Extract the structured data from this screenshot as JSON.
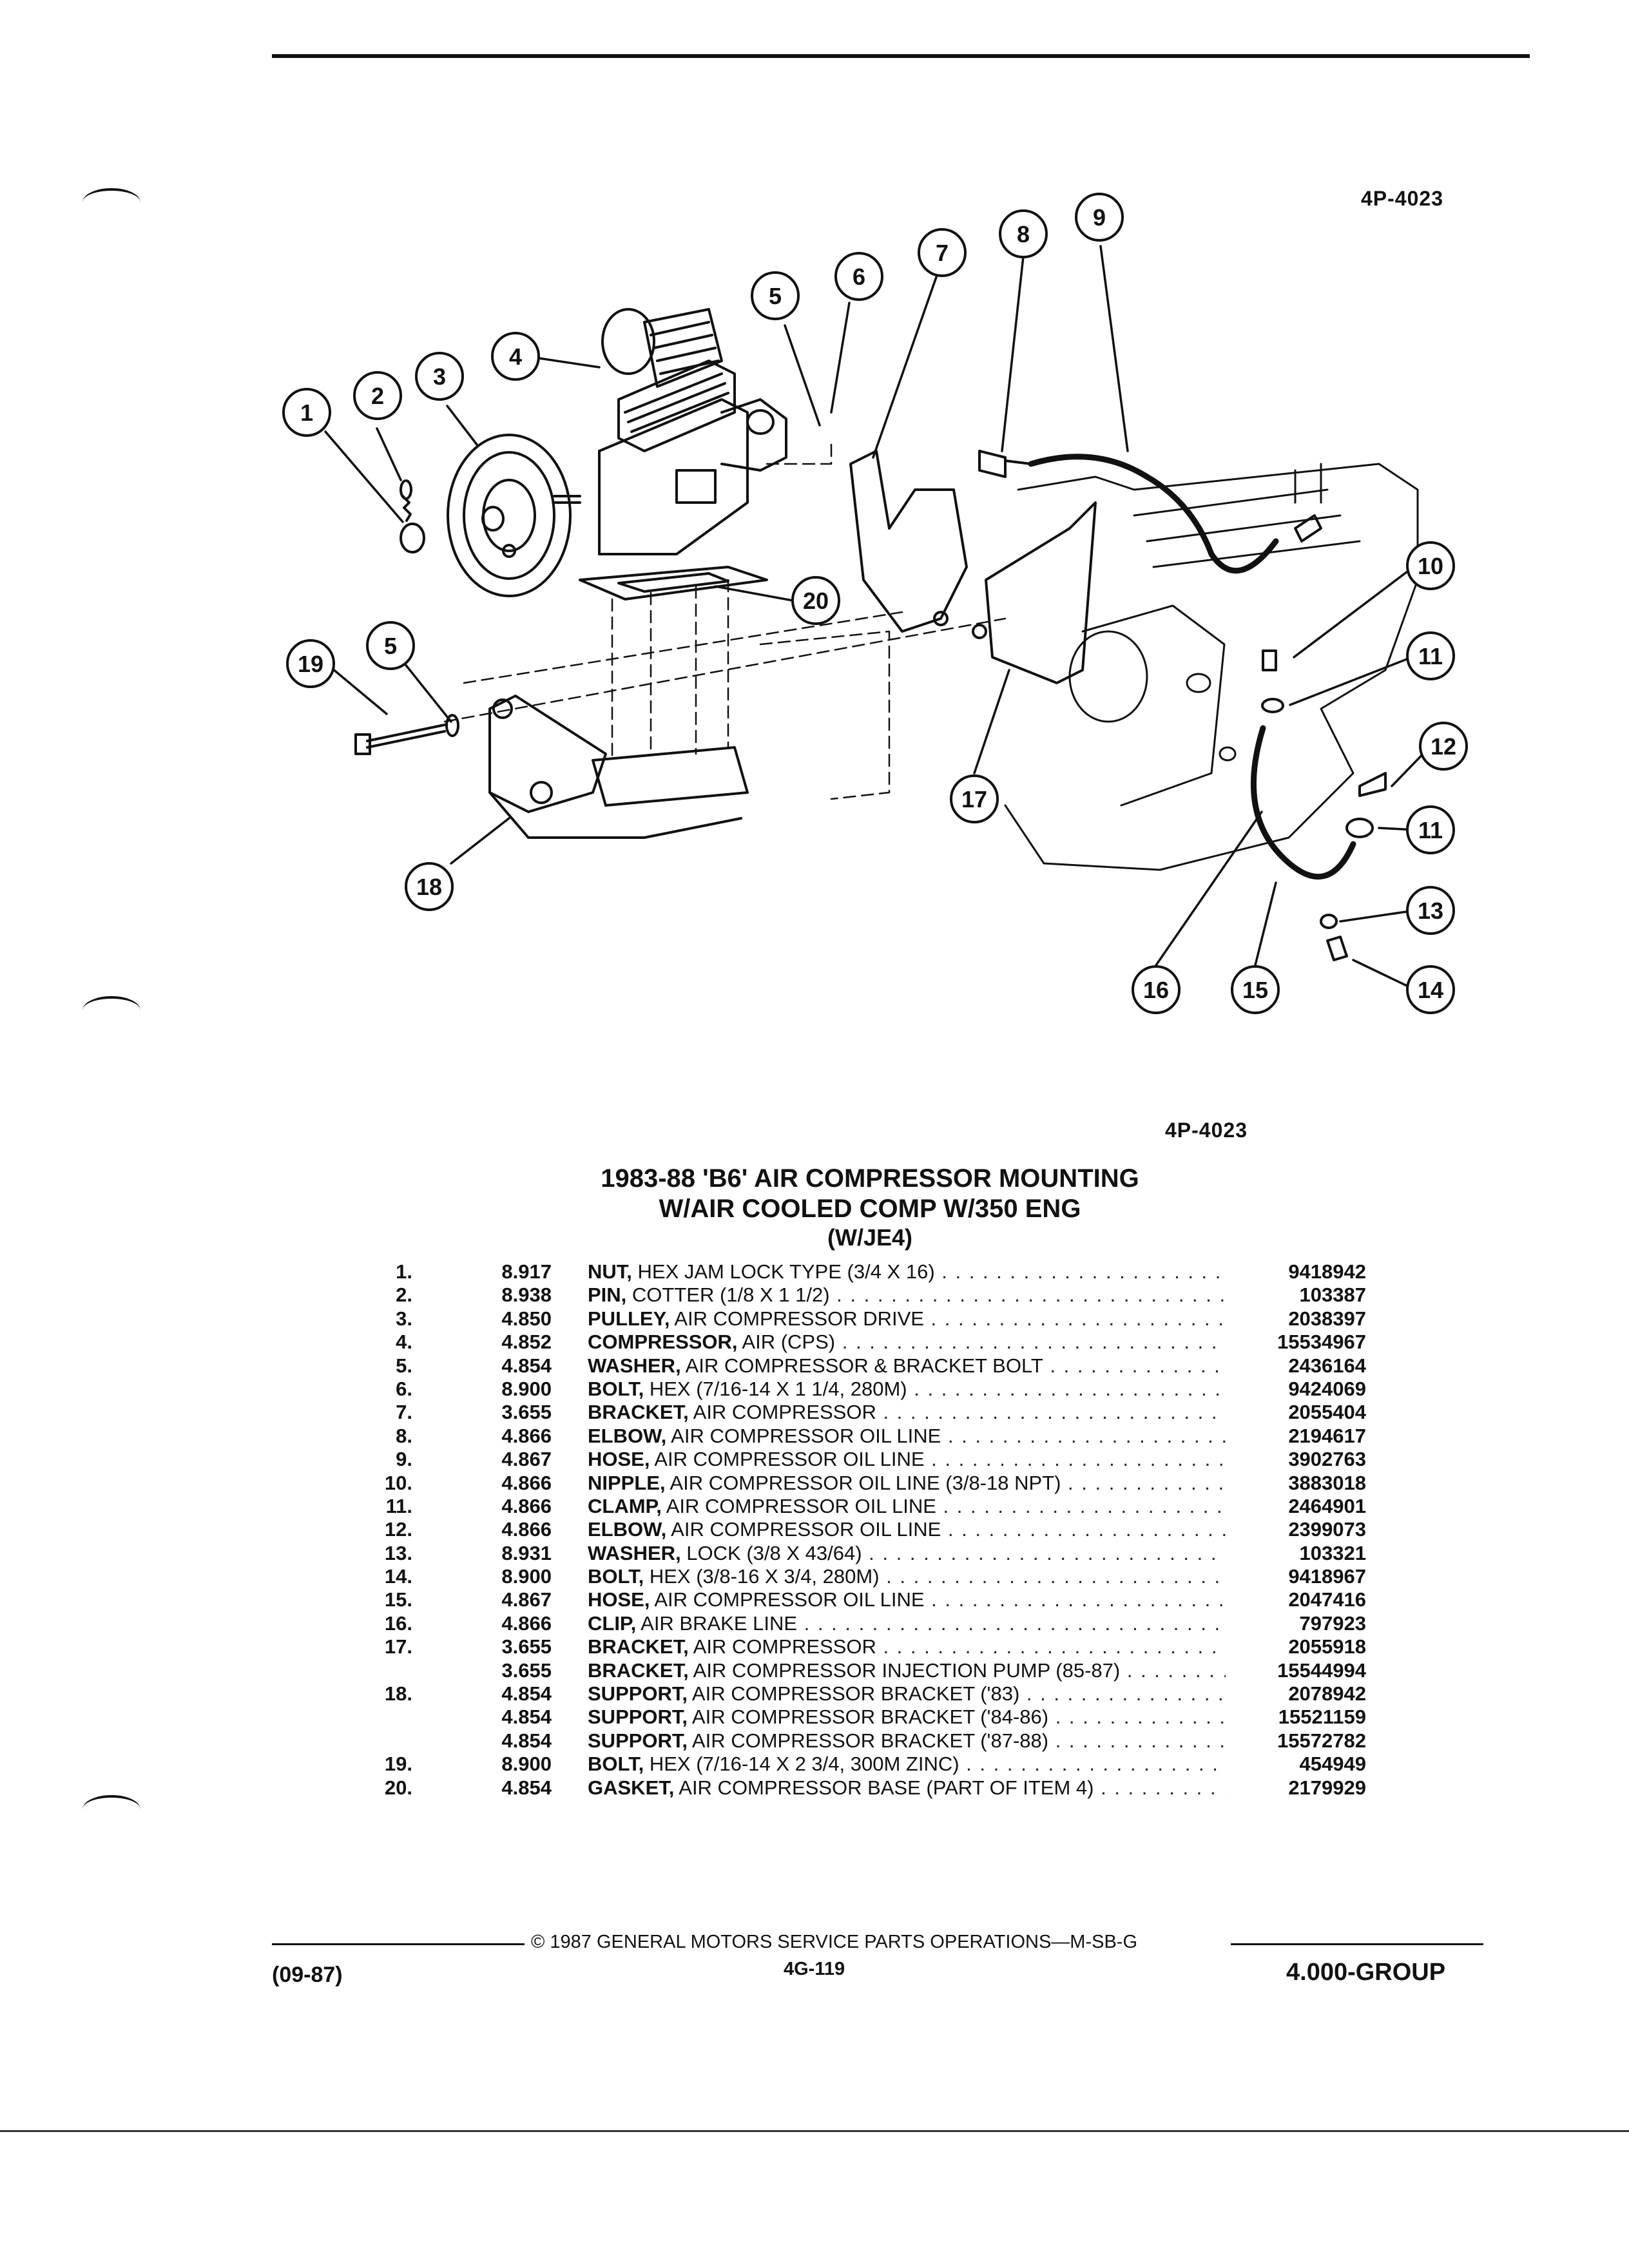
{
  "figure": {
    "ref_upper": "4P-4023",
    "ref_lower": "4P-4023",
    "callouts": [
      "1",
      "2",
      "3",
      "4",
      "5",
      "6",
      "7",
      "8",
      "9",
      "10",
      "11",
      "12",
      "11",
      "13",
      "14",
      "15",
      "16",
      "17",
      "18",
      "19",
      "5",
      "20"
    ]
  },
  "title": {
    "line1": "1983-88 'B6' AIR COMPRESSOR MOUNTING",
    "line2": "W/AIR COOLED COMP W/350 ENG",
    "line3": "(W/JE4)"
  },
  "parts": [
    {
      "num": "1.",
      "group": "8.917",
      "keyword": "NUT,",
      "rest": "HEX JAM LOCK TYPE (3/4 X 16)",
      "part": "9418942"
    },
    {
      "num": "2.",
      "group": "8.938",
      "keyword": "PIN,",
      "rest": "COTTER (1/8 X 1 1/2)",
      "part": "103387"
    },
    {
      "num": "3.",
      "group": "4.850",
      "keyword": "PULLEY,",
      "rest": "AIR COMPRESSOR DRIVE",
      "part": "2038397"
    },
    {
      "num": "4.",
      "group": "4.852",
      "keyword": "COMPRESSOR,",
      "rest": "AIR (CPS)",
      "part": "15534967"
    },
    {
      "num": "5.",
      "group": "4.854",
      "keyword": "WASHER,",
      "rest": "AIR COMPRESSOR & BRACKET BOLT",
      "part": "2436164"
    },
    {
      "num": "6.",
      "group": "8.900",
      "keyword": "BOLT,",
      "rest": "HEX (7/16-14 X 1 1/4, 280M)",
      "part": "9424069"
    },
    {
      "num": "7.",
      "group": "3.655",
      "keyword": "BRACKET,",
      "rest": "AIR COMPRESSOR",
      "part": "2055404"
    },
    {
      "num": "8.",
      "group": "4.866",
      "keyword": "ELBOW,",
      "rest": "AIR COMPRESSOR OIL LINE",
      "part": "2194617"
    },
    {
      "num": "9.",
      "group": "4.867",
      "keyword": "HOSE,",
      "rest": "AIR COMPRESSOR OIL LINE",
      "part": "3902763"
    },
    {
      "num": "10.",
      "group": "4.866",
      "keyword": "NIPPLE,",
      "rest": "AIR COMPRESSOR OIL LINE (3/8-18 NPT)",
      "part": "3883018"
    },
    {
      "num": "11.",
      "group": "4.866",
      "keyword": "CLAMP,",
      "rest": "AIR COMPRESSOR OIL LINE",
      "part": "2464901"
    },
    {
      "num": "12.",
      "group": "4.866",
      "keyword": "ELBOW,",
      "rest": "AIR COMPRESSOR OIL LINE",
      "part": "2399073"
    },
    {
      "num": "13.",
      "group": "8.931",
      "keyword": "WASHER,",
      "rest": "LOCK (3/8 X 43/64)",
      "part": "103321"
    },
    {
      "num": "14.",
      "group": "8.900",
      "keyword": "BOLT,",
      "rest": "HEX (3/8-16 X 3/4, 280M)",
      "part": "9418967"
    },
    {
      "num": "15.",
      "group": "4.867",
      "keyword": "HOSE,",
      "rest": "AIR COMPRESSOR OIL LINE",
      "part": "2047416"
    },
    {
      "num": "16.",
      "group": "4.866",
      "keyword": "CLIP,",
      "rest": "AIR BRAKE LINE",
      "part": "797923"
    },
    {
      "num": "17.",
      "group": "3.655",
      "keyword": "BRACKET,",
      "rest": "AIR COMPRESSOR",
      "part": "2055918"
    },
    {
      "num": "",
      "group": "3.655",
      "keyword": "BRACKET,",
      "rest": "AIR COMPRESSOR INJECTION PUMP (85-87)",
      "part": "15544994"
    },
    {
      "num": "18.",
      "group": "4.854",
      "keyword": "SUPPORT,",
      "rest": "AIR COMPRESSOR BRACKET ('83)",
      "part": "2078942"
    },
    {
      "num": "",
      "group": "4.854",
      "keyword": "SUPPORT,",
      "rest": "AIR COMPRESSOR BRACKET ('84-86)",
      "part": "15521159"
    },
    {
      "num": "",
      "group": "4.854",
      "keyword": "SUPPORT,",
      "rest": "AIR COMPRESSOR BRACKET ('87-88)",
      "part": "15572782"
    },
    {
      "num": "19.",
      "group": "8.900",
      "keyword": "BOLT,",
      "rest": "HEX (7/16-14 X 2 3/4, 300M ZINC)",
      "part": "454949"
    },
    {
      "num": "20.",
      "group": "4.854",
      "keyword": "GASKET,",
      "rest": "AIR COMPRESSOR BASE (PART OF ITEM 4)",
      "part": "2179929"
    }
  ],
  "footer": {
    "date": "(09-87)",
    "copyright": "© 1987 GENERAL MOTORS SERVICE PARTS OPERATIONS—M-SB-G",
    "page": "4G-119",
    "group": "4.000-GROUP"
  }
}
